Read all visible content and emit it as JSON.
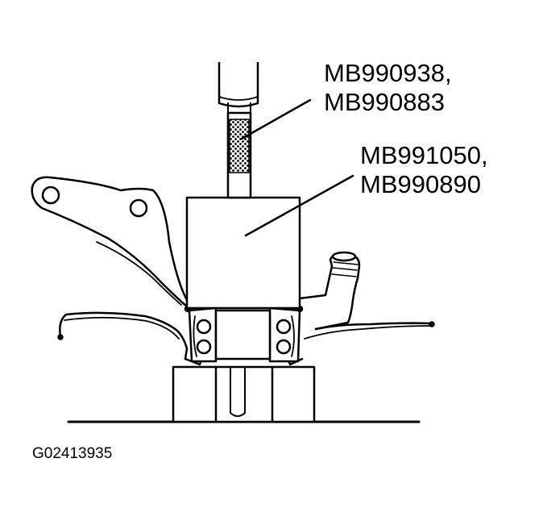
{
  "labels": {
    "tool_set_1": [
      "MB990938,",
      "MB990883"
    ],
    "tool_set_2": [
      "MB991050,",
      "MB990890"
    ]
  },
  "figure_id": "G02413935",
  "colors": {
    "ink": "#000000",
    "background": "#ffffff"
  }
}
